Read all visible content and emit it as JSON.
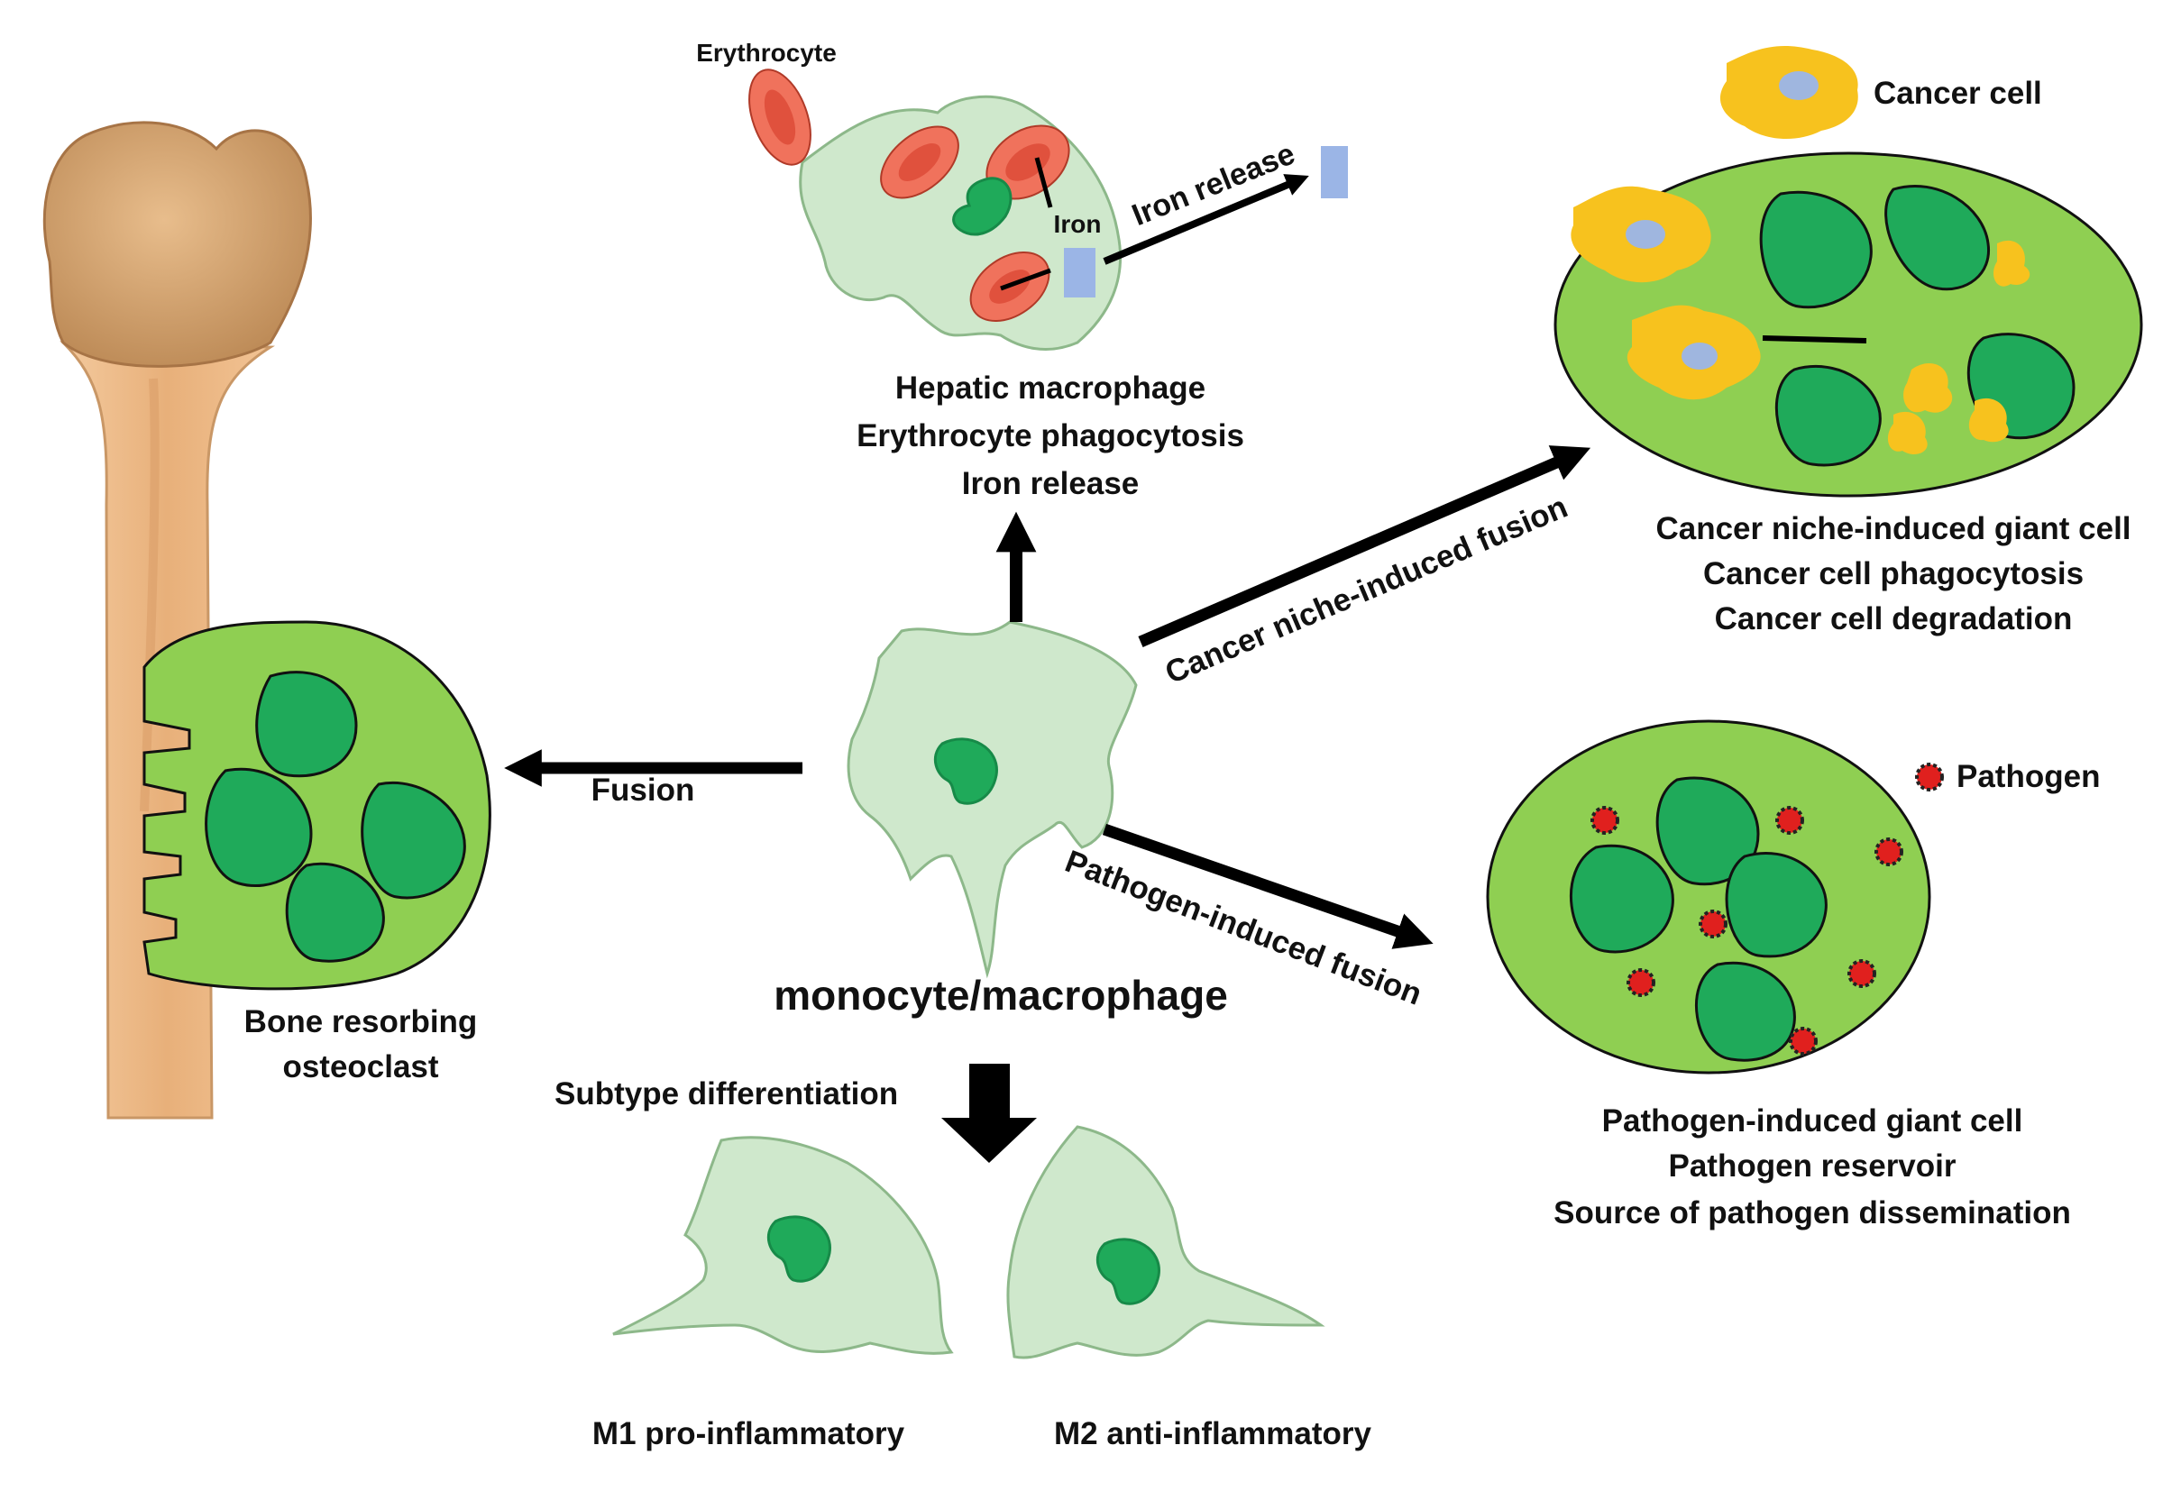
{
  "colors": {
    "macrophage_fill": "#cfe8cc",
    "macrophage_stroke": "#8db88a",
    "giant_cell_fill": "#8fcf52",
    "nucleus_fill": "#1faa5a",
    "erythrocyte_fill": "#f0725c",
    "erythrocyte_inner": "#e0513d",
    "iron_fill": "#9bb5e6",
    "cancer_cell_fill": "#f7c21e",
    "cancer_nucleus_fill": "#9fb6df",
    "pathogen_fill": "#e0201e",
    "bone_fill": "#eebd8e",
    "bone_head_fill": "#d9a776",
    "arrow_color": "#000000"
  },
  "labels": {
    "erythrocyte": "Erythrocyte",
    "iron": "Iron",
    "iron_release_arrow": "Iron release",
    "hepatic": [
      "Hepatic macrophage",
      "Erythrocyte phagocytosis",
      "Iron release"
    ],
    "cancer_cell": "Cancer cell",
    "cancer_fusion": "Cancer niche-induced fusion",
    "cancer_giant": [
      "Cancer niche-induced giant cell",
      "Cancer cell phagocytosis",
      "Cancer cell degradation"
    ],
    "pathogen": "Pathogen",
    "pathogen_fusion": "Pathogen-induced fusion",
    "pathogen_giant": [
      "Pathogen-induced giant cell",
      "Pathogen reservoir",
      "Source of pathogen dissemination"
    ],
    "fusion": "Fusion",
    "osteoclast": [
      "Bone resorbing",
      "osteoclast"
    ],
    "center": "monocyte/macrophage",
    "subtype": "Subtype differentiation",
    "m1": "M1 pro-inflammatory",
    "m2": "M2 anti-inflammatory"
  }
}
